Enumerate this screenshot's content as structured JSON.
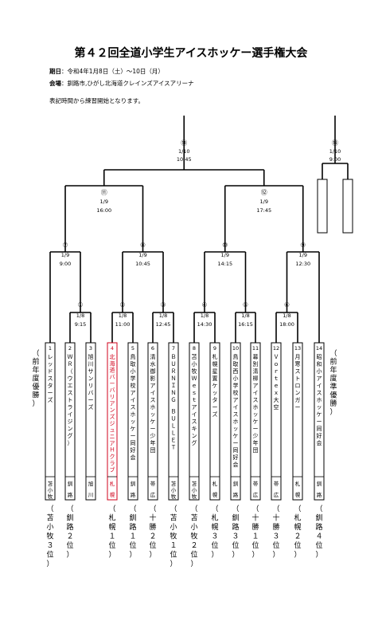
{
  "document": {
    "title": "第４２回全道小学生アイスホッケー選手権大会",
    "period_label": "期日",
    "period_value": "：令和4年1月8日（土）～10日（月）",
    "venue_label": "会場",
    "venue_value": "：釧路市,ひがし北海道クレインズアイスアリーナ",
    "note": "表記時間から練習開始となります。"
  },
  "matches": [
    {
      "no": "①",
      "date": "1/8",
      "time": "9:15"
    },
    {
      "no": "②",
      "date": "1/8",
      "time": "11:00"
    },
    {
      "no": "③",
      "date": "1/8",
      "time": "12:45"
    },
    {
      "no": "④",
      "date": "1/8",
      "time": "14:30"
    },
    {
      "no": "⑤",
      "date": "1/8",
      "time": "16:15"
    },
    {
      "no": "⑥",
      "date": "1/8",
      "time": "18:00"
    },
    {
      "no": "⑦",
      "date": "1/9",
      "time": "9:00"
    },
    {
      "no": "⑧",
      "date": "1/9",
      "time": "10:45"
    },
    {
      "no": "⑨",
      "date": "1/9",
      "time": "12:30"
    },
    {
      "no": "⑩",
      "date": "1/9",
      "time": "14:15"
    },
    {
      "no": "⑪",
      "date": "1/9",
      "time": "16:00"
    },
    {
      "no": "⑫",
      "date": "1/9",
      "time": "17:45"
    },
    {
      "no": "⑬",
      "date": "1/10",
      "time": "9:00"
    },
    {
      "no": "⑭",
      "date": "1/10",
      "time": "10:45"
    }
  ],
  "teams": [
    {
      "no": "1",
      "name": "レッドスターズ",
      "area": "苫小牧",
      "rank": "（苫小牧３位）",
      "highlight": false
    },
    {
      "no": "2",
      "name": "ＷＲ（ウエストライジング）",
      "area": "釧路",
      "rank": "（釧路２位）",
      "highlight": false
    },
    {
      "no": "3",
      "name": "旭川サンリバーズ",
      "area": "旭川",
      "rank": "",
      "highlight": false
    },
    {
      "no": "4",
      "name": "北海道バーバリアンズジュニアＨクラブ",
      "area": "札幌",
      "rank": "（札幌１位）",
      "highlight": true
    },
    {
      "no": "5",
      "name": "鳥取小学校アイスホッケー同好会",
      "area": "釧路",
      "rank": "（釧路１位）",
      "highlight": false
    },
    {
      "no": "6",
      "name": "清水御影アイスホッケー少年団",
      "area": "帯広",
      "rank": "（十勝２位）",
      "highlight": false
    },
    {
      "no": "7",
      "name": "ＢＵＲＮＩＮＧ ＢＵＬＬＥＴ",
      "area": "苫小牧",
      "rank": "（苫小牧１位）",
      "highlight": false
    },
    {
      "no": "8",
      "name": "苫小牧Ｗｅｓｔアイスキング",
      "area": "苫小牧",
      "rank": "（苫小牧２位）",
      "highlight": false
    },
    {
      "no": "9",
      "name": "札幌星置ケッターズ",
      "area": "札幌",
      "rank": "（札幌３位）",
      "highlight": false
    },
    {
      "no": "10",
      "name": "鳥取西小学校アイスホッケー同好会",
      "area": "釧路",
      "rank": "（釧路３位）",
      "highlight": false
    },
    {
      "no": "11",
      "name": "幕別清柳アイスホッケー少年団",
      "area": "帯広",
      "rank": "（十勝１位）",
      "highlight": false
    },
    {
      "no": "12",
      "name": "Ｖｏｒｔｅｘ大空",
      "area": "帯広",
      "rank": "（十勝３位）",
      "highlight": false
    },
    {
      "no": "13",
      "name": "月寒ストロンガー",
      "area": "札幌",
      "rank": "（札幌２位）",
      "highlight": false
    },
    {
      "no": "14",
      "name": "昭和小アイスホッケー同好会",
      "area": "釧路",
      "rank": "（釧路４位）",
      "highlight": false
    }
  ],
  "seed_labels": {
    "left": "（前年度優勝）",
    "right": "（前年度準優勝）"
  },
  "colors": {
    "highlight": "#d0021b",
    "line": "#000000"
  }
}
